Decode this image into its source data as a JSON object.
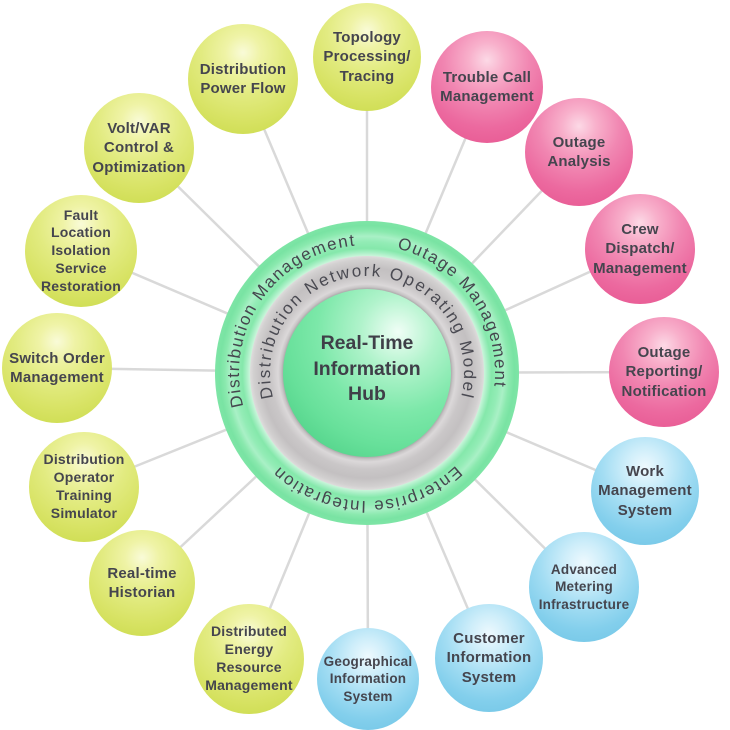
{
  "hub": {
    "label": "Real-Time\nInformation\nHub"
  },
  "rings": {
    "operating_model": "Distribution Network Operating Model",
    "segments": [
      "Distribution Management",
      "Outage Management",
      "Enterprise Integration"
    ]
  },
  "colors": {
    "bubble_yellow": "#dde873",
    "bubble_pink": "#ed6da1",
    "bubble_blue": "#7fccea",
    "hub_green": "#6fe5a0",
    "ring_green": "#84e8ab",
    "ring_gray": "#c6c3c4",
    "label_text": "#45454e",
    "spoke_gray": "#d9d9d9"
  },
  "bubbles": [
    {
      "label": "Topology\nProcessing/\nTracing",
      "group": "Distribution Management",
      "color": "yellow"
    },
    {
      "label": "Trouble Call\nManagement",
      "group": "Outage Management",
      "color": "pink"
    },
    {
      "label": "Outage\nAnalysis",
      "group": "Outage Management",
      "color": "pink"
    },
    {
      "label": "Crew\nDispatch/\nManagement",
      "group": "Outage Management",
      "color": "pink"
    },
    {
      "label": "Outage\nReporting/\nNotification",
      "group": "Outage Management",
      "color": "pink"
    },
    {
      "label": "Work\nManagement\nSystem",
      "group": "Enterprise Integration",
      "color": "blue"
    },
    {
      "label": "Advanced\nMetering\nInfrastructure",
      "group": "Enterprise Integration",
      "color": "blue"
    },
    {
      "label": "Customer\nInformation\nSystem",
      "group": "Enterprise Integration",
      "color": "blue"
    },
    {
      "label": "Geographical\nInformation\nSystem",
      "group": "Enterprise Integration",
      "color": "blue"
    },
    {
      "label": "Distributed\nEnergy\nResource\nManagement",
      "group": "Distribution Management",
      "color": "yellow"
    },
    {
      "label": "Real-time\nHistorian",
      "group": "Distribution Management",
      "color": "yellow"
    },
    {
      "label": "Distribution\nOperator\nTraining\nSimulator",
      "group": "Distribution Management",
      "color": "yellow"
    },
    {
      "label": "Switch Order\nManagement",
      "group": "Distribution Management",
      "color": "yellow"
    },
    {
      "label": "Fault\nLocation\nIsolation\nService\nRestoration",
      "group": "Distribution Management",
      "color": "yellow"
    },
    {
      "label": "Volt/VAR\nControl &\nOptimization",
      "group": "Distribution Management",
      "color": "yellow"
    },
    {
      "label": "Distribution\nPower Flow",
      "group": "Distribution Management",
      "color": "yellow"
    }
  ]
}
